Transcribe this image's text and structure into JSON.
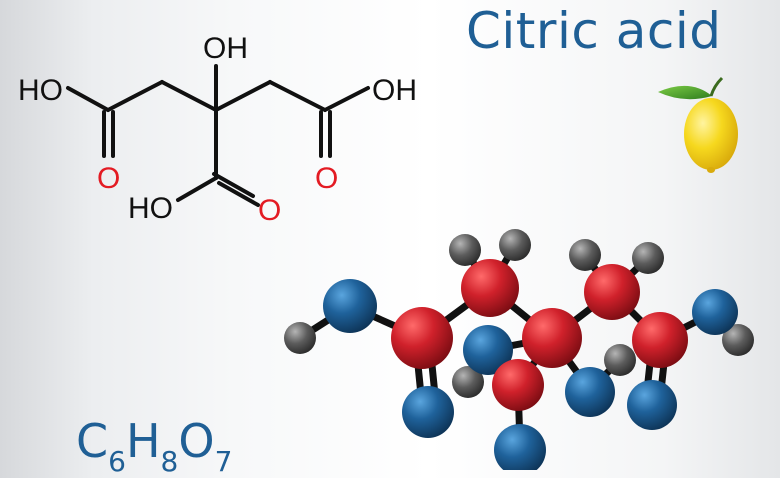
{
  "title": "Citric acid",
  "formula": {
    "c": "C",
    "c_sub": "6",
    "h": "H",
    "h_sub": "8",
    "o": "O",
    "o_sub": "7"
  },
  "structure_labels": {
    "ho_left": "HO",
    "oh_top": "OH",
    "oh_right": "OH",
    "o_left": "O",
    "o_right": "O",
    "ho_bottom": "HO",
    "o_bottom": "O"
  },
  "colors": {
    "title": "#1f5f95",
    "oxygen_label": "#e31b23",
    "bond": "#111111",
    "carbon_sphere": "#c8202a",
    "oxygen_sphere": "#1e5e94",
    "hydrogen_sphere": "#5a5a5a",
    "lemon": "#f4d21a",
    "leaf": "#4fa82f"
  },
  "icons": {
    "lemon": "lemon-icon",
    "model": "ball-and-stick-model"
  }
}
